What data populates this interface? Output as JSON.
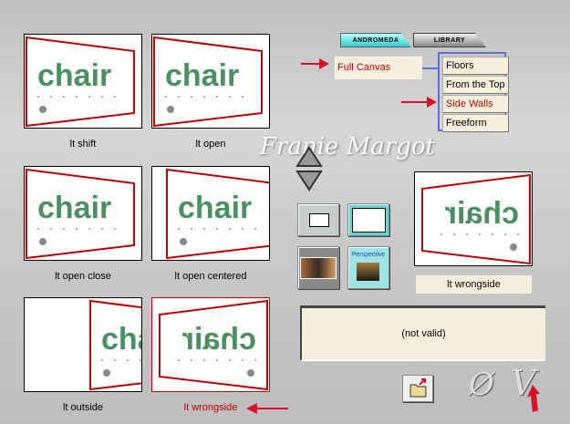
{
  "tabs": [
    {
      "label": "ANDROMEDA",
      "active": true
    },
    {
      "label": "LIBRARY",
      "active": false
    }
  ],
  "presets": [
    {
      "label": "lt shift",
      "selected": false
    },
    {
      "label": "lt open",
      "selected": false
    },
    {
      "label": "lt open close",
      "selected": false
    },
    {
      "label": "lt open centered",
      "selected": false
    },
    {
      "label": "lt outside",
      "selected": false
    },
    {
      "label": "lt wrongside",
      "selected": true
    }
  ],
  "thumb_text": "chair",
  "category": "Full Canvas",
  "submenu": [
    {
      "label": "Floors",
      "active": false
    },
    {
      "label": "From the Top",
      "active": false
    },
    {
      "label": "Side Walls",
      "active": true
    },
    {
      "label": "Freeform",
      "active": false
    }
  ],
  "signature": "Franie Margot",
  "preview_label": "lt wrongside",
  "perspective_label": "Perspective",
  "status": "(not valid)",
  "colors": {
    "accent": "#c00000",
    "tab_active": "#5fe0e0",
    "menu_border": "#5a6fd0",
    "cream": "#f5efdc"
  }
}
